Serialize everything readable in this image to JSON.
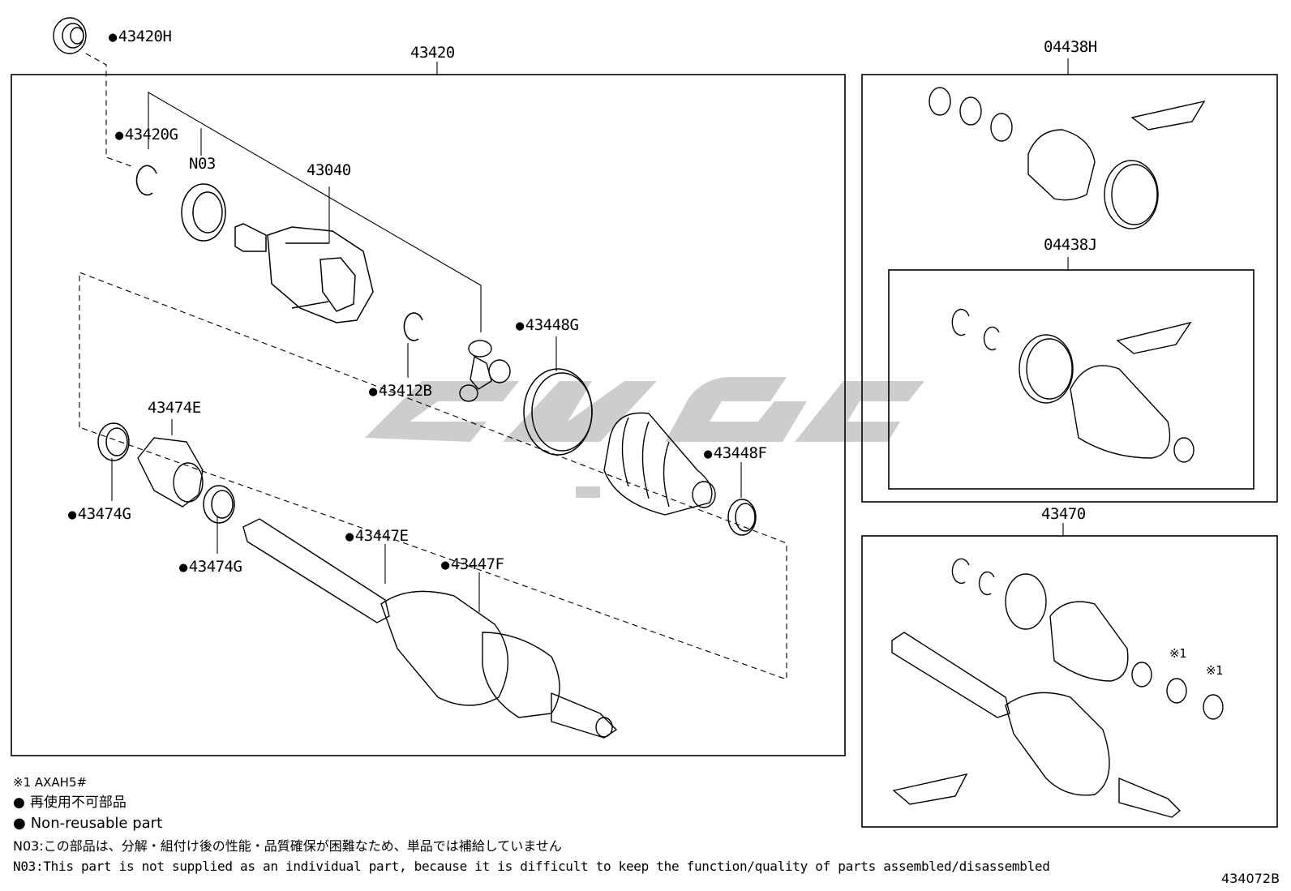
{
  "main_box": {
    "label": "43420"
  },
  "boot_kit_outer": {
    "label": "04438H"
  },
  "boot_kit_inner": {
    "label": "04438J"
  },
  "shaft_assembly": {
    "label": "43470"
  },
  "callouts": {
    "oil_seal": "43420H",
    "snap_ring_outer": "43420G",
    "n03": "N03",
    "inboard_joint_tulip": "43040",
    "snap_ring_tripod": "43412B",
    "boot_clamp_large_inboard": "43448G",
    "boot_clamp_small_inboard": "43448F",
    "dynamic_damper": "43474E",
    "damper_clamp_1": "43474G",
    "damper_clamp_2": "43474G",
    "outboard_clamp_small": "43447E",
    "outboard_clamp_large": "43447F",
    "note_mark_1": "※1",
    "note_mark_2": "※1"
  },
  "notes": {
    "model_note": "※1 AXAH5#",
    "non_reusable_jp": "再使用不可部品",
    "non_reusable_en": "Non-reusable part",
    "n03_jp": "N03:この部品は、分解・組付け後の性能・品質確保が困難なため、単品では補給していません",
    "n03_en": "N03:This part is not supplied as an individual part, because it is difficult to keep the function/quality of parts assembled/disassembled"
  },
  "figure_id": "434072B",
  "colors": {
    "line": "#000000",
    "watermark": "#c8c8c8",
    "background": "#ffffff"
  }
}
